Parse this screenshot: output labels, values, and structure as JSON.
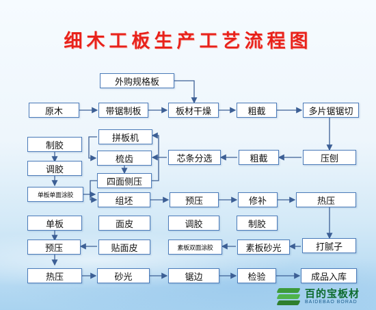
{
  "title": "细木工板生产工艺流程图",
  "nodes": {
    "waigou": "外购规格板",
    "yuanmu": "原木",
    "daiju": "带锯制板",
    "ganzao": "板材干燥",
    "cujie1": "粗截",
    "duopian": "多片锯锯切",
    "zhijiao1": "制胶",
    "pinban": "拼板机",
    "shuchi": "梳齿",
    "xintiao": "芯条分选",
    "cujie2": "粗截",
    "yapao": "压刨",
    "tiaojiao1": "调胶",
    "simian": "四面侧压",
    "danban_tujiao": "单板单面涂胶",
    "zupi": "组坯",
    "yuya1": "预压",
    "xiubu": "修补",
    "reya1": "热压",
    "danban": "单板",
    "mianpi": "面皮",
    "tiaojiao2": "调胶",
    "zhijiao2": "制胶",
    "yuya2": "预压",
    "tiemianpi": "贴面皮",
    "suban_tujiao": "素板双面涂胶",
    "suban_shaguang": "素板砂光",
    "daniz": "打腻子",
    "reya2": "热压",
    "shaguang": "砂光",
    "jubian": "锯边",
    "jianyan": "检验",
    "chengpin": "成品入库"
  },
  "logo": {
    "name": "百的宝板材",
    "sub": "BAIDEBAO BORAD",
    "icon": "stacked-board-logo-icon"
  },
  "colors": {
    "title": "#e8221b",
    "box_border": "#4a7ab8",
    "arrow": "#3c5f95",
    "logo_green": "#0d6b2e"
  }
}
